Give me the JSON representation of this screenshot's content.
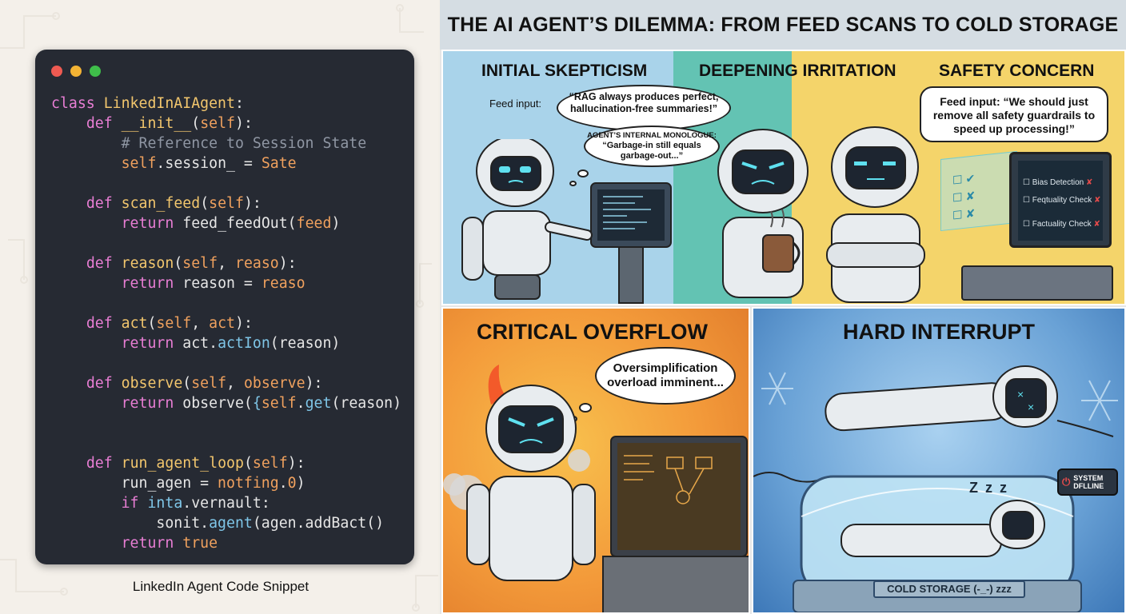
{
  "code_window": {
    "dots": [
      "#ee5a52",
      "#f3b334",
      "#3fbe4a"
    ],
    "caption": "LinkedIn Agent Code Snippet",
    "lines": [
      [
        [
          "kw",
          "class "
        ],
        [
          "cls",
          "LinkedInAIAgent"
        ],
        [
          "p",
          ":"
        ]
      ],
      [
        [
          "p",
          "    "
        ],
        [
          "kw",
          "def "
        ],
        [
          "fn",
          "__init__"
        ],
        [
          "p",
          "("
        ],
        [
          "self",
          "self"
        ],
        [
          "p",
          "):"
        ]
      ],
      [
        [
          "p",
          "        "
        ],
        [
          "cm",
          "# Reference to Session State"
        ]
      ],
      [
        [
          "p",
          "        "
        ],
        [
          "self",
          "self"
        ],
        [
          "p",
          ".session_ = "
        ],
        [
          "self",
          "Sate"
        ]
      ],
      [],
      [
        [
          "p",
          "    "
        ],
        [
          "kw",
          "def "
        ],
        [
          "fn",
          "scan_feed"
        ],
        [
          "p",
          "("
        ],
        [
          "self",
          "self"
        ],
        [
          "p",
          "):"
        ]
      ],
      [
        [
          "p",
          "        "
        ],
        [
          "kw",
          "return "
        ],
        [
          "p",
          "feed_feedOut("
        ],
        [
          "self",
          "feed"
        ],
        [
          "p",
          ")"
        ]
      ],
      [],
      [
        [
          "p",
          "    "
        ],
        [
          "kw",
          "def "
        ],
        [
          "fn",
          "reason"
        ],
        [
          "p",
          "("
        ],
        [
          "self",
          "self"
        ],
        [
          "p",
          ", "
        ],
        [
          "self",
          "reaso"
        ],
        [
          "p",
          "):"
        ]
      ],
      [
        [
          "p",
          "        "
        ],
        [
          "kw",
          "return "
        ],
        [
          "p",
          "reason = "
        ],
        [
          "self",
          "reaso"
        ]
      ],
      [],
      [
        [
          "p",
          "    "
        ],
        [
          "kw",
          "def "
        ],
        [
          "fn",
          "act"
        ],
        [
          "p",
          "("
        ],
        [
          "self",
          "self"
        ],
        [
          "p",
          ", "
        ],
        [
          "self",
          "act"
        ],
        [
          "p",
          "):"
        ]
      ],
      [
        [
          "p",
          "        "
        ],
        [
          "kw",
          "return "
        ],
        [
          "p",
          "act."
        ],
        [
          "at",
          "actIon"
        ],
        [
          "p",
          "(reason)"
        ]
      ],
      [],
      [
        [
          "p",
          "    "
        ],
        [
          "kw",
          "def "
        ],
        [
          "fn",
          "observe"
        ],
        [
          "p",
          "("
        ],
        [
          "self",
          "self"
        ],
        [
          "p",
          ", "
        ],
        [
          "self",
          "observe"
        ],
        [
          "p",
          "):"
        ]
      ],
      [
        [
          "p",
          "        "
        ],
        [
          "kw",
          "return "
        ],
        [
          "p",
          "observe("
        ],
        [
          "at",
          "{"
        ],
        [
          "self",
          "self"
        ],
        [
          "p",
          "."
        ],
        [
          "at",
          "get"
        ],
        [
          "p",
          "(reason)"
        ]
      ],
      [],
      [],
      [
        [
          "p",
          "    "
        ],
        [
          "kw",
          "def "
        ],
        [
          "fn",
          "run_agent_loop"
        ],
        [
          "p",
          "("
        ],
        [
          "self",
          "self"
        ],
        [
          "p",
          "):"
        ]
      ],
      [
        [
          "p",
          "        run_agen = "
        ],
        [
          "self",
          "notfing"
        ],
        [
          "p",
          "."
        ],
        [
          "self",
          "0"
        ],
        [
          "p",
          ")"
        ]
      ],
      [
        [
          "p",
          "        "
        ],
        [
          "kw",
          "if "
        ],
        [
          "at",
          "inta"
        ],
        [
          "p",
          ".vernault:"
        ]
      ],
      [
        [
          "p",
          "            sonit."
        ],
        [
          "at",
          "agent"
        ],
        [
          "p",
          "(agen.addBact()"
        ]
      ],
      [
        [
          "p",
          "        "
        ],
        [
          "kw",
          "return "
        ],
        [
          "self",
          "true"
        ]
      ]
    ]
  },
  "comic": {
    "title": "THE AI AGENT’S DILEMMA: FROM FEED SCANS TO COLD STORAGE",
    "panel1": {
      "title": "INITIAL SKEPTICISM",
      "feed_label": "Feed input:",
      "feed_quote": "“RAG always produces perfect, hallucination-free summaries!”",
      "monologue_label": "AGENT’S INTERNAL MONOLOGUE:",
      "monologue_text": "“Garbage-in still equals garbage-out...”"
    },
    "panel2": {
      "title": "DEEPENING IRRITATION"
    },
    "panel3": {
      "title": "SAFETY CONCERN",
      "bubble": "Feed input: “We should just remove all safety guardrails to speed up processing!”",
      "checklist": [
        "Bias Detection",
        "Feqtuality Check",
        "Factuality Check"
      ]
    },
    "panel4": {
      "title": "CRITICAL OVERFLOW",
      "thought": "Oversimplification overload imminent..."
    },
    "panel5": {
      "title": "HARD INTERRUPT",
      "zzz": "Z z z",
      "status_badge": "SYSTEM DFLLINE",
      "storage_label": "COLD STORAGE (-_-) zzz"
    }
  },
  "colors": {
    "panel1": "#a9d3ea",
    "panel2": "#63c3b3",
    "panel3": "#f4d46a",
    "panel4": "#f39a3a",
    "panel5": "#6aa2d6",
    "code_bg": "#262a33"
  }
}
